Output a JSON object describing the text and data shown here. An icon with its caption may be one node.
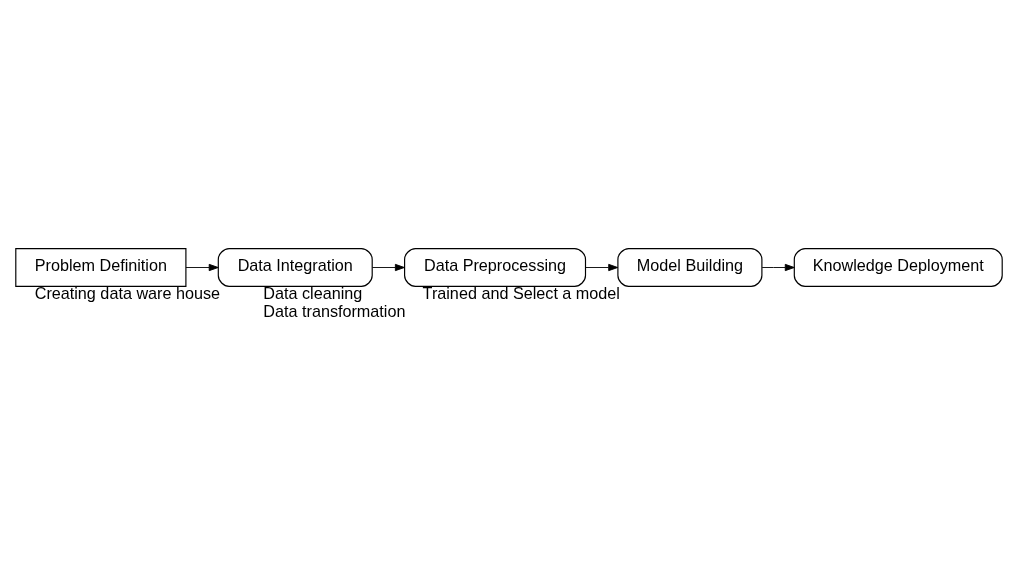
{
  "diagram": {
    "nodes": [
      {
        "text": [
          "Problem Definition"
        ]
      },
      {
        "text": [
          "Data Integration"
        ],
        "beside": [
          "Creating data ware house"
        ]
      },
      {
        "text": [
          "Data Preprocessing"
        ],
        "beside": [
          "Data cleaning",
          "Data transformation"
        ]
      },
      {
        "text": [
          "Model Building"
        ],
        "beside": [
          "Trained and Select a model"
        ]
      },
      {
        "text": [
          "Knowledge Deployment"
        ]
      }
    ],
    "edges": [
      {
        "from": 0,
        "to": 1,
        "arrow": "to"
      },
      {
        "from": 1,
        "to": 2,
        "arrow": "to"
      },
      {
        "from": 2,
        "to": 3,
        "arrow": "to"
      },
      {
        "from": 3,
        "to": 4,
        "arrow": "to"
      }
    ]
  }
}
